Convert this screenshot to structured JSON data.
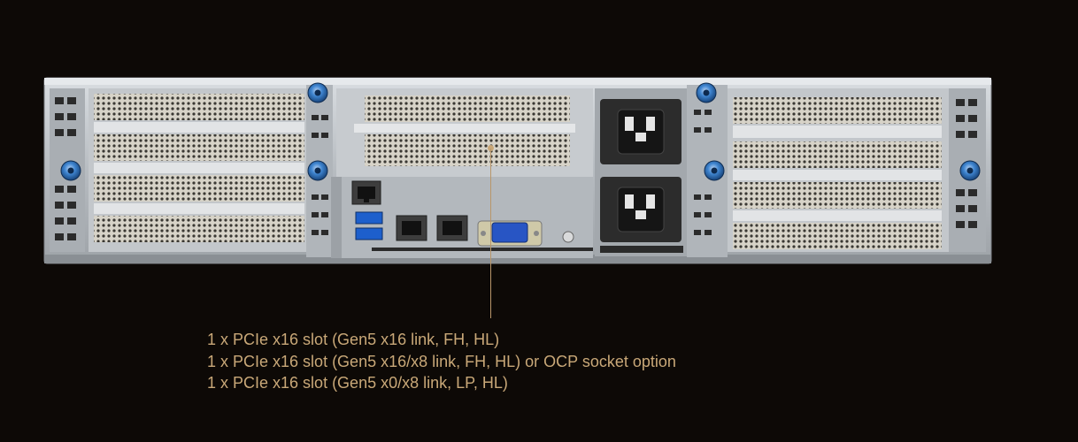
{
  "colors": {
    "background": "#0d0906",
    "annotation_text": "#c9a878",
    "callout_line": "#b8966a",
    "chassis_metal": "#bfc4c9",
    "screw_blue": "#2b6fb5",
    "usb_blue": "#2a6fd6",
    "vga_blue": "#2855c4"
  },
  "annotation": {
    "lines": [
      "1 x PCIe x16 slot (Gen5 x16 link, FH, HL)",
      "1 x PCIe x16 slot (Gen5 x16/x8 link, FH, HL) or OCP socket option",
      "1 x PCIe x16 slot (Gen5 x0/x8 link, LP, HL)"
    ]
  },
  "icons": [
    "thumbscrew-icon",
    "rj45-port-icon",
    "usb-port-icon",
    "vga-port-icon",
    "power-inlet-icon"
  ]
}
